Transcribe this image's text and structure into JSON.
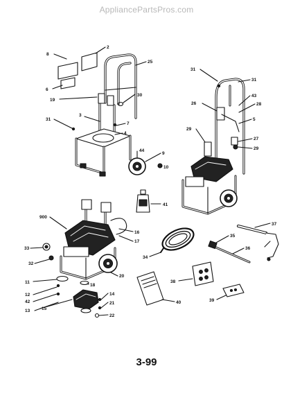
{
  "header": {
    "watermark": "AppliancePartsPros.com"
  },
  "footer": {
    "page_code": "3-99"
  },
  "callouts": {
    "2": "2",
    "3": "3",
    "4": "4",
    "5": "5",
    "6": "6",
    "7": "7",
    "8": "8",
    "9": "9",
    "10": "10",
    "11": "11",
    "12": "12",
    "13": "13",
    "14": "14",
    "15": "15",
    "16": "16",
    "17": "17",
    "18": "18",
    "19": "19",
    "20": "20",
    "21": "21",
    "22": "22",
    "25": "25",
    "26": "26",
    "27": "27",
    "28": "28",
    "29": "29",
    "30": "30",
    "31": "31",
    "32": "32",
    "33": "33",
    "34": "34",
    "35": "35",
    "36": "36",
    "37": "37",
    "38": "38",
    "39": "39",
    "40": "40",
    "41": "41",
    "42": "42",
    "43": "43",
    "44": "44",
    "900": "900"
  },
  "colors": {
    "line": "#111111",
    "fill": "#ffffff",
    "dark": "#222222",
    "watermark": "#b8b8b8"
  }
}
